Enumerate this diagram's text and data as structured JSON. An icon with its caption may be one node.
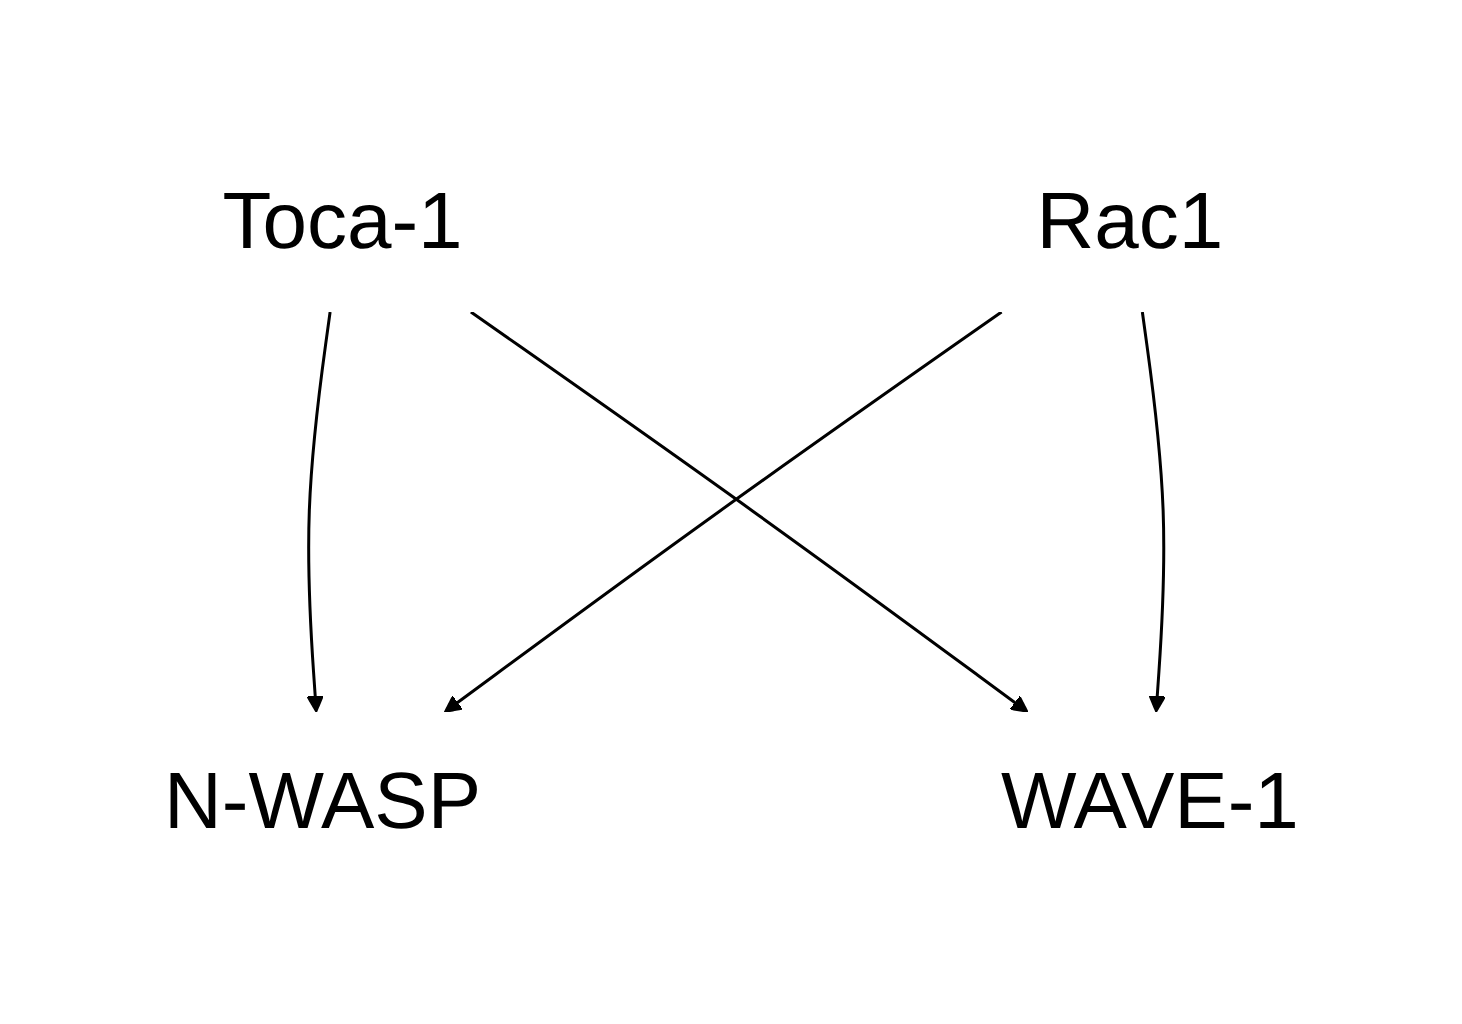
{
  "diagram": {
    "nodes": [
      {
        "text": [
          "Toca-1"
        ]
      },
      {
        "text": [
          "Rac1"
        ]
      },
      {
        "text": [
          "N-WASP"
        ]
      },
      {
        "text": [
          "WAVE-1"
        ]
      }
    ],
    "edges": [
      {
        "from": 0,
        "to": 2,
        "arrow": "to"
      },
      {
        "from": 0,
        "to": 3,
        "arrow": "to"
      },
      {
        "from": 1,
        "to": 2,
        "arrow": "to"
      },
      {
        "from": 1,
        "to": 3,
        "arrow": "to"
      }
    ]
  }
}
